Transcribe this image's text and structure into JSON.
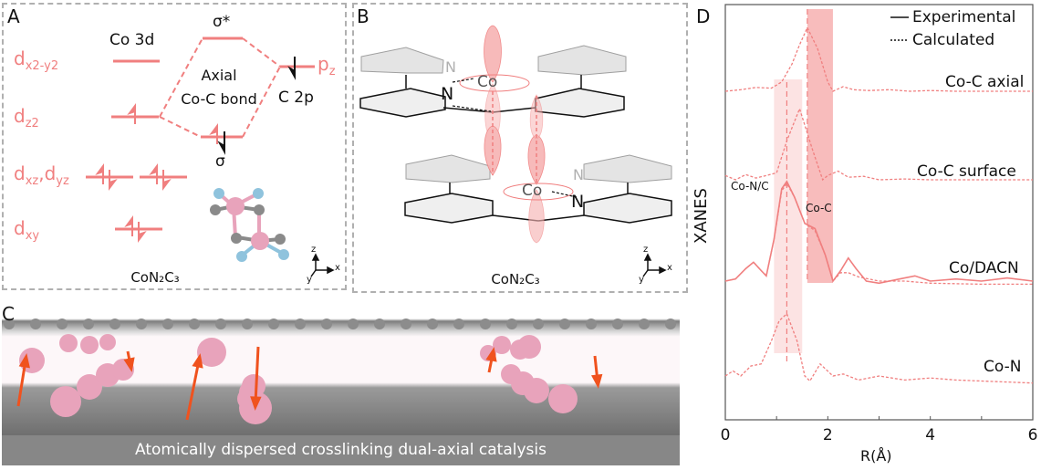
{
  "panels": {
    "A": {
      "label": "A",
      "title": "Co 3d",
      "orbitals": [
        {
          "main": "d",
          "sub": "x2-y2"
        },
        {
          "main": "d",
          "sub": "z2"
        },
        {
          "main": "d",
          "sub": "xz",
          "main2": ",d",
          "sub2": "yz"
        },
        {
          "main": "d",
          "sub": "xy"
        }
      ],
      "sigma_star": "σ*",
      "sigma": "σ",
      "pz": {
        "main": "p",
        "sub": "z"
      },
      "c2p": "C 2p",
      "bond_line1": "Axial",
      "bond_line2": "Co-C bond",
      "formula": "CoN₂C₃",
      "axes": {
        "z": "z",
        "x": "x",
        "y": "y"
      }
    },
    "B": {
      "label": "B",
      "atoms_top": {
        "N_gray": "N",
        "Co": "Co",
        "N": "N"
      },
      "atoms_bottom": {
        "N_gray": "N",
        "Co": "Co",
        "N": "N"
      },
      "formula": "CoN₂C₃",
      "axes": {
        "z": "z",
        "x": "x",
        "y": "y"
      }
    },
    "C": {
      "label": "C",
      "caption": "Atomically dispersed crosslinking dual-axial catalysis"
    },
    "D": {
      "label": "D"
    }
  },
  "colors": {
    "salmon": "#f07f7f",
    "co_atom": "#e8a3bb",
    "n_atom": "#8fc3dd",
    "c_atom": "#8a8a8a",
    "arrow": "#f0521e",
    "band_dark": "#f7b0b0",
    "band_light": "#fbdede"
  },
  "chart_data": {
    "type": "line",
    "title": "",
    "xlabel": "R(Å)",
    "ylabel": "XANES",
    "xlim": [
      0,
      6
    ],
    "xticks": [
      "0",
      "2",
      "4",
      "6"
    ],
    "legend": {
      "position": "top-right",
      "entries": [
        "Experimental",
        "Calculated"
      ]
    },
    "annotations": {
      "band1": "Co-N/C",
      "band2": "Co-C"
    },
    "bands": [
      {
        "name": "Co-N/C",
        "x": [
          0.95,
          1.5
        ]
      },
      {
        "name": "Co-C",
        "x": [
          1.6,
          2.1
        ]
      }
    ],
    "series": [
      {
        "name": "Co-C axial",
        "style": "calculated",
        "peak_x": 1.6,
        "x": [
          0,
          0.3,
          0.6,
          0.9,
          1.1,
          1.3,
          1.45,
          1.6,
          1.8,
          2.0,
          2.1,
          2.3,
          2.5,
          2.8,
          3.2,
          3.6,
          4.0,
          4.5,
          5.0,
          5.5,
          6.0
        ],
        "y": [
          0.0,
          0.02,
          0.05,
          0.04,
          0.12,
          0.35,
          0.6,
          0.82,
          0.55,
          0.12,
          0.0,
          0.06,
          0.02,
          0.01,
          0.02,
          0.0,
          0.01,
          0.0,
          0.0,
          0.0,
          0.0
        ]
      },
      {
        "name": "Co-C surface",
        "style": "calculated",
        "peak_x": 1.45,
        "x": [
          0,
          0.2,
          0.4,
          0.6,
          0.8,
          1.0,
          1.2,
          1.45,
          1.7,
          1.9,
          2.0,
          2.2,
          2.4,
          2.7,
          3.0,
          3.5,
          4.0,
          4.5,
          5.0,
          6.0
        ],
        "y": [
          0.05,
          0.0,
          0.06,
          0.02,
          0.05,
          0.08,
          0.45,
          0.82,
          0.35,
          0.0,
          0.05,
          0.1,
          0.03,
          0.04,
          0.0,
          0.01,
          0.0,
          0.0,
          0.0,
          0.0
        ]
      },
      {
        "name": "Co/DACN",
        "style": "experimental",
        "peak_x": 1.2,
        "x": [
          0,
          0.2,
          0.4,
          0.55,
          0.7,
          0.8,
          0.95,
          1.1,
          1.2,
          1.35,
          1.55,
          1.75,
          1.95,
          2.1,
          2.25,
          2.4,
          2.55,
          2.75,
          3.0,
          3.4,
          3.7,
          4.0,
          4.5,
          5.0,
          5.5,
          6.0
        ],
        "y": [
          0.0,
          0.02,
          0.12,
          0.18,
          0.1,
          0.05,
          0.4,
          0.88,
          0.95,
          0.8,
          0.55,
          0.5,
          0.25,
          0.0,
          0.1,
          0.22,
          0.12,
          0.0,
          -0.02,
          0.02,
          0.05,
          0.0,
          0.02,
          0.0,
          0.03,
          0.0
        ]
      },
      {
        "name": "Co/DACN",
        "style": "calculated",
        "peak_x": 1.2,
        "x": [
          0,
          0.2,
          0.4,
          0.55,
          0.7,
          0.8,
          0.95,
          1.1,
          1.2,
          1.35,
          1.55,
          1.75,
          1.95,
          2.1,
          2.25,
          2.4,
          2.6,
          3.0,
          3.5,
          4.0,
          5.0,
          6.0
        ],
        "y": [
          0.0,
          0.02,
          0.12,
          0.18,
          0.1,
          0.05,
          0.4,
          0.86,
          0.93,
          0.8,
          0.55,
          0.48,
          0.25,
          0.0,
          0.08,
          0.08,
          0.04,
          0.0,
          0.0,
          -0.02,
          -0.03,
          -0.03
        ]
      },
      {
        "name": "Co-N",
        "style": "calculated",
        "peak_x": 1.2,
        "x": [
          0,
          0.15,
          0.3,
          0.5,
          0.7,
          0.9,
          1.05,
          1.2,
          1.4,
          1.55,
          1.65,
          1.85,
          2.1,
          2.3,
          2.6,
          3.0,
          3.5,
          4.0,
          4.5,
          5.0,
          6.0
        ],
        "y": [
          0.0,
          0.05,
          0.0,
          0.1,
          0.12,
          0.35,
          0.55,
          0.62,
          0.35,
          0.0,
          -0.05,
          0.12,
          0.0,
          0.02,
          -0.04,
          0.0,
          -0.04,
          -0.02,
          -0.04,
          -0.05,
          -0.07
        ]
      }
    ]
  }
}
